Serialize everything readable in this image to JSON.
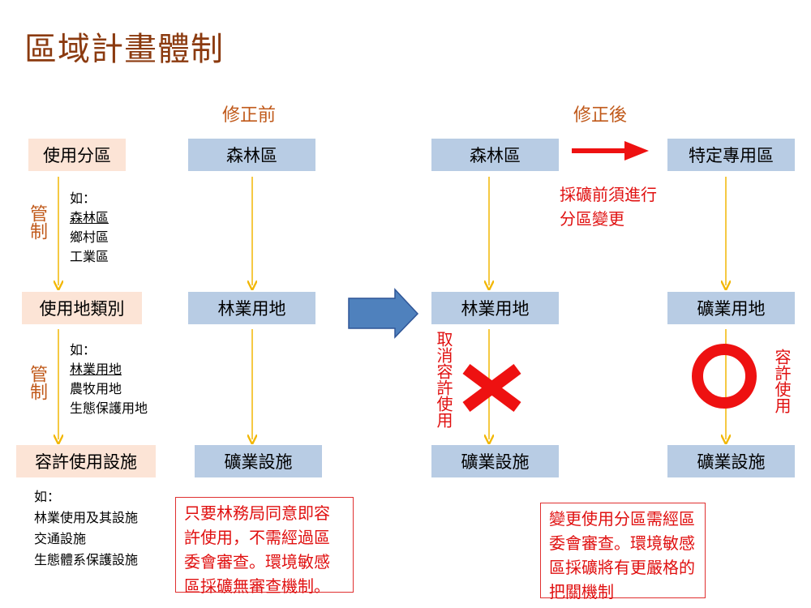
{
  "title": "區域計畫體制",
  "headings": {
    "before": "修正前",
    "after": "修正後"
  },
  "left": {
    "zone_label": "使用分區",
    "landuse_label": "使用地類別",
    "facility_label": "容許使用設施",
    "guan1": "管制",
    "guan2": "管制",
    "examples1": {
      "intro": "如：",
      "items": [
        "森林區",
        "鄉村區",
        "工業區"
      ]
    },
    "examples2": {
      "intro": "如：",
      "items": [
        "林業用地",
        "農牧用地",
        "生態保護用地"
      ]
    },
    "examples3": {
      "intro": "如：",
      "items": [
        "林業使用及其設施",
        "交通設施",
        "生態體系保護設施"
      ]
    }
  },
  "before": {
    "zone": "森林區",
    "landuse": "林業用地",
    "facility": "礦業設施",
    "note": "只要林務局同意即容許使用，不需經過區委會審查。環境敏感區採礦無審查機制。"
  },
  "after": {
    "zone_a": "森林區",
    "zone_b": "特定專用區",
    "rezone_note_line1": "採礦前須進行",
    "rezone_note_line2": "分區變更",
    "landuse_a": "林業用地",
    "landuse_b": "礦業用地",
    "facility_a": "礦業設施",
    "facility_b": "礦業設施",
    "cancel_label": "取消容許使用",
    "allow_label": "容許使用",
    "note": "變更使用分區需經區委會審查。環境敏感區採礦將有更嚴格的把關機制"
  },
  "colors": {
    "title": "#8B3A0F",
    "heading": "#C0591A",
    "peach": "#FCE4D6",
    "blue_box": "#B8CCE4",
    "arrow_yellow": "#F2B705",
    "red": "#E01010",
    "big_arrow": "#4F81BD"
  }
}
